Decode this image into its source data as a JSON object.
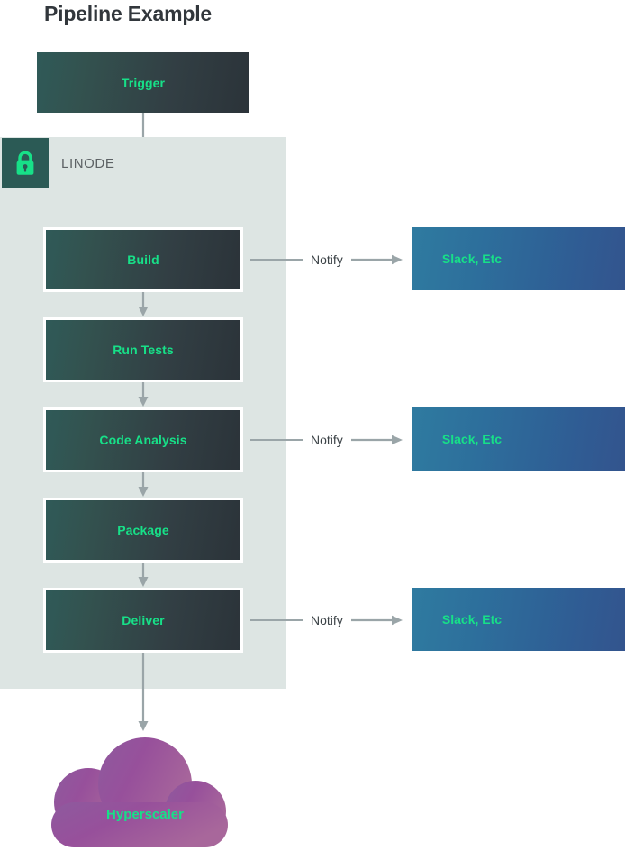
{
  "page": {
    "title": "Pipeline Example",
    "background_color": "#ffffff"
  },
  "colors": {
    "title_text": "#32373c",
    "panel_background": "#dde5e3",
    "stage_gradient_start": "#2f5a58",
    "stage_gradient_end": "#2b3339",
    "stage_label_text": "#17e088",
    "notify_gradient_start": "#2f7ba0",
    "notify_gradient_end": "#34528c",
    "connector_line": "#9aa5a8",
    "lock_badge_background": "#2b5a55",
    "lock_icon": "#17e088",
    "cloud_fill_start": "#9a5fa0",
    "cloud_fill_end": "#a05f96",
    "notify_label_text": "#3c4347",
    "linode_label_text": "#5d6265"
  },
  "trigger": {
    "label": "Trigger"
  },
  "linode_panel": {
    "label": "LINODE",
    "lock_icon_name": "lock-icon"
  },
  "pipeline_stages": [
    {
      "id": "build",
      "label": "Build",
      "has_notify": true
    },
    {
      "id": "run-tests",
      "label": "Run Tests",
      "has_notify": false
    },
    {
      "id": "code-analysis",
      "label": "Code Analysis",
      "has_notify": true
    },
    {
      "id": "package",
      "label": "Package",
      "has_notify": false
    },
    {
      "id": "deliver",
      "label": "Deliver",
      "has_notify": true
    }
  ],
  "notify_connectors": [
    {
      "id": "notify-build",
      "label": "Notify"
    },
    {
      "id": "notify-code-analysis",
      "label": "Notify"
    },
    {
      "id": "notify-deliver",
      "label": "Notify"
    }
  ],
  "notify_targets": [
    {
      "id": "slack-build",
      "label": "Slack, Etc"
    },
    {
      "id": "slack-code-analysis",
      "label": "Slack, Etc"
    },
    {
      "id": "slack-deliver",
      "label": "Slack, Etc"
    }
  ],
  "hyperscaler": {
    "label": "Hyperscaler",
    "shape": "cloud"
  },
  "flow_arrows": [
    {
      "id": "arrow-trigger-to-build",
      "direction": "down"
    },
    {
      "id": "arrow-build-to-run-tests",
      "direction": "down"
    },
    {
      "id": "arrow-run-tests-to-code-analysis",
      "direction": "down"
    },
    {
      "id": "arrow-code-analysis-to-package",
      "direction": "down"
    },
    {
      "id": "arrow-package-to-deliver",
      "direction": "down"
    },
    {
      "id": "arrow-deliver-to-hyperscaler",
      "direction": "down"
    }
  ]
}
